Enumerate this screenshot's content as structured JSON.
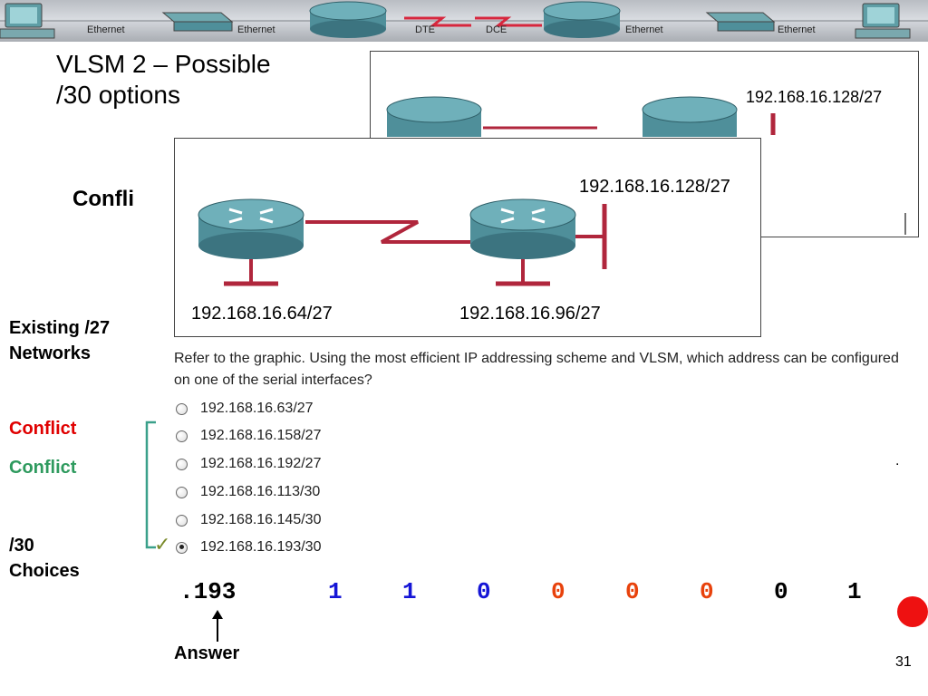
{
  "banner": {
    "labels": [
      "Ethernet",
      "Ethernet",
      "DTE",
      "DCE",
      "Ethernet",
      "Ethernet"
    ]
  },
  "title": {
    "line1": "VLSM 2 – Possible",
    "line2": "/30 options"
  },
  "back_figure": {
    "network_label": "192.168.16.128/27",
    "partial_text": "Confli"
  },
  "front_figure": {
    "top_network": "192.168.16.128/27",
    "left_network": "192.168.16.64/27",
    "right_network": "192.168.16.96/27"
  },
  "side_labels": {
    "existing_line1": "Existing /27",
    "existing_line2": "Networks",
    "conflict_red": "Conflict",
    "conflict_green": "Conflict",
    "choices_line1": "/30",
    "choices_line2": "Choices"
  },
  "question": {
    "text": "Refer to the graphic.  Using the most efficient IP addressing scheme and VLSM, which address can be configured on one of the serial interfaces?",
    "options": [
      {
        "label": "192.168.16.63/27",
        "selected": false
      },
      {
        "label": "192.168.16.158/27",
        "selected": false
      },
      {
        "label": "192.168.16.192/27",
        "selected": false
      },
      {
        "label": "192.168.16.113/30",
        "selected": false
      },
      {
        "label": "192.168.16.145/30",
        "selected": false
      },
      {
        "label": "192.168.16.193/30",
        "selected": true
      }
    ],
    "checkmark": "✓",
    "stray_dot": "."
  },
  "binary": {
    "octet": ".193",
    "bits": [
      "1",
      "1",
      "0",
      "0",
      "0",
      "0",
      "0",
      "1"
    ],
    "bit_colors": [
      "#1515d6",
      "#1515d6",
      "#1515d6",
      "#e8420c",
      "#e8420c",
      "#e8420c",
      "#000000",
      "#000000"
    ]
  },
  "answer_label": "Answer",
  "page_number": "31",
  "colors": {
    "conflict_red": "#e00000",
    "conflict_green": "#2e9a5e",
    "bracket": "#3aa08a",
    "link": "#b0263c",
    "router_body": "#4f8f9a",
    "red_dot": "#ee1111"
  }
}
